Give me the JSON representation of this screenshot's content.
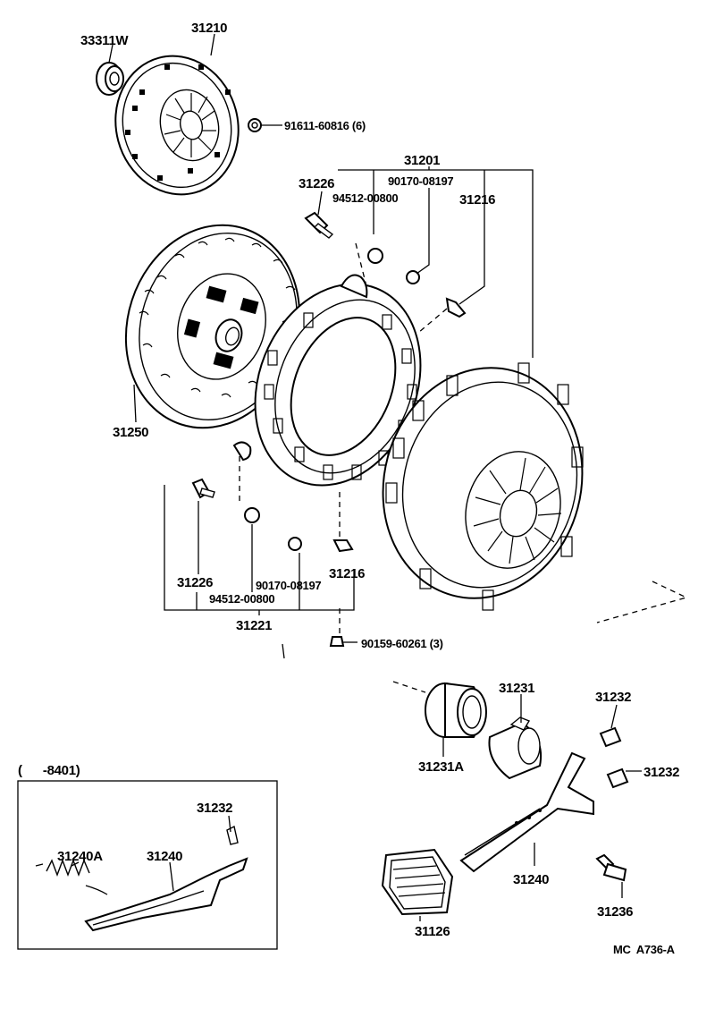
{
  "labels": {
    "p33311w": "33311W",
    "p31210": "31210",
    "p91611": "91611-60816 (6)",
    "p31201": "31201",
    "p90170_top": "90170-08197",
    "p31226_top": "31226",
    "p94512_top": "94512-00800",
    "p31216_top": "31216",
    "p31250": "31250",
    "p31226_bot": "31226",
    "p90170_bot": "90170-08197",
    "p31216_bot": "31216",
    "p94512_bot": "94512-00800",
    "p31221": "31221",
    "p90159": "90159-60261 (3)",
    "p31231": "31231",
    "p31232_a": "31232",
    "p31232_b": "31232",
    "p31231a": "31231A",
    "range": "(      -8401)",
    "p31232_box": "31232",
    "p31240a": "31240A",
    "p31240_box": "31240",
    "p31240": "31240",
    "p31126": "31126",
    "p31236": "31236",
    "code": "MC  A736-A"
  }
}
